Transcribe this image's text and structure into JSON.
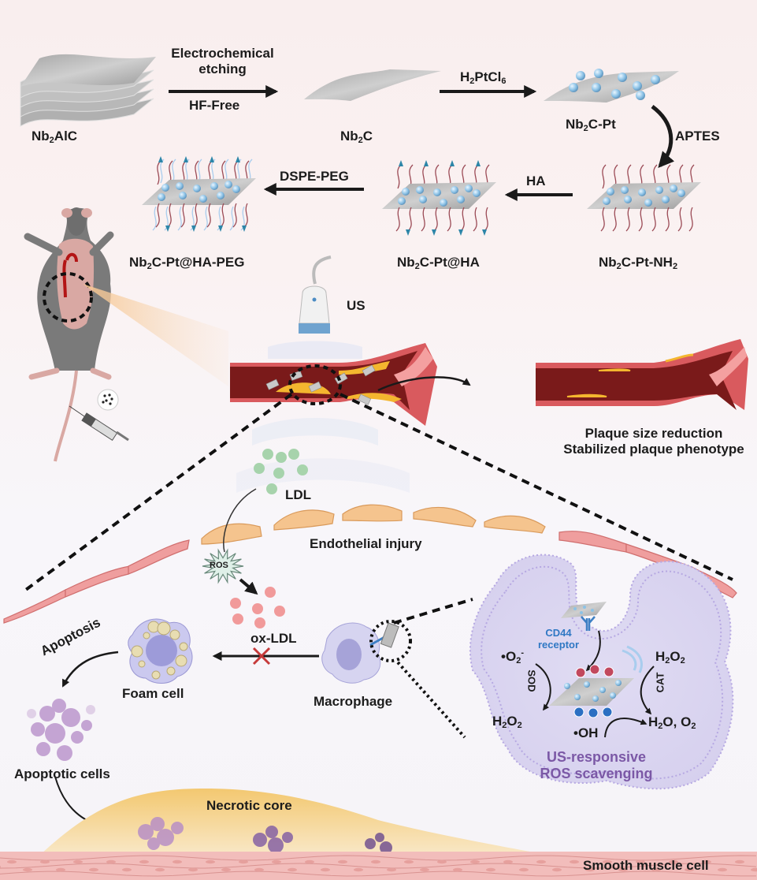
{
  "synthesis": {
    "materials": [
      {
        "id": "nb2alc",
        "base": "Nb",
        "sub": "2",
        "rest": "AlC"
      },
      {
        "id": "nb2c",
        "base": "Nb",
        "sub": "2",
        "rest": "C"
      },
      {
        "id": "nb2c_pt",
        "base": "Nb",
        "sub": "2",
        "rest": "C-Pt"
      },
      {
        "id": "nb2c_pt_nh2",
        "base": "Nb",
        "sub": "2",
        "rest": "C-Pt-NH",
        "sub2": "2"
      },
      {
        "id": "nb2c_pt_ha",
        "base": "Nb",
        "sub": "2",
        "rest": "C-Pt@HA"
      },
      {
        "id": "nb2c_pt_ha_peg",
        "base": "Nb",
        "sub": "2",
        "rest": "C-Pt@HA-PEG"
      }
    ],
    "steps": {
      "etching_line1": "Electrochemical",
      "etching_line2": "etching",
      "etching_below": "HF-Free",
      "platinum": {
        "a": "H",
        "s1": "2",
        "b": "PtCl",
        "s2": "6"
      },
      "aptes": "APTES",
      "ha": "HA",
      "dspe_peg": "DSPE-PEG"
    }
  },
  "vessel": {
    "ultrasound_label": "US",
    "outcome_line1": "Plaque size reduction",
    "outcome_line2": "Stabilized plaque phenotype"
  },
  "pathology": {
    "ldl": "LDL",
    "endothelial": "Endothelial injury",
    "ros": "ROS",
    "ox_ldl": "ox-LDL",
    "apoptosis": "Apoptosis",
    "foam_cell": "Foam cell",
    "macrophage": "Macrophage",
    "apoptotic_cells": "Apoptotic cells",
    "necrotic_core": "Necrotic core",
    "smooth_muscle": "Smooth muscle cell"
  },
  "scavenging": {
    "cd44_line1": "CD44",
    "cd44_line2": "receptor",
    "superoxide": {
      "a": "•O",
      "s": "2",
      "sup": "-"
    },
    "sod": "SOD",
    "h2o2_left": {
      "a": "H",
      "s1": "2",
      "b": "O",
      "s2": "2"
    },
    "h2o2_right": {
      "a": "H",
      "s1": "2",
      "b": "O",
      "s2": "2"
    },
    "cat": "CAT",
    "hydroxyl": "•OH",
    "products": {
      "a": "H",
      "s1": "2",
      "b": "O, O",
      "s2": "2"
    },
    "title_line1": "US-responsive",
    "title_line2": "ROS scavenging"
  },
  "colors": {
    "vessel_wall": "#d9555a",
    "vessel_lumen": "#7b1a1a",
    "plaque": "#f2b230",
    "endothelial_healthy": "#f5c48e",
    "endothelial_injured": "#ef9e9e",
    "macrophage_zone": "#dcd7f0",
    "title_purple": "#7b58a6",
    "receptor_blue": "#2f78c4"
  }
}
